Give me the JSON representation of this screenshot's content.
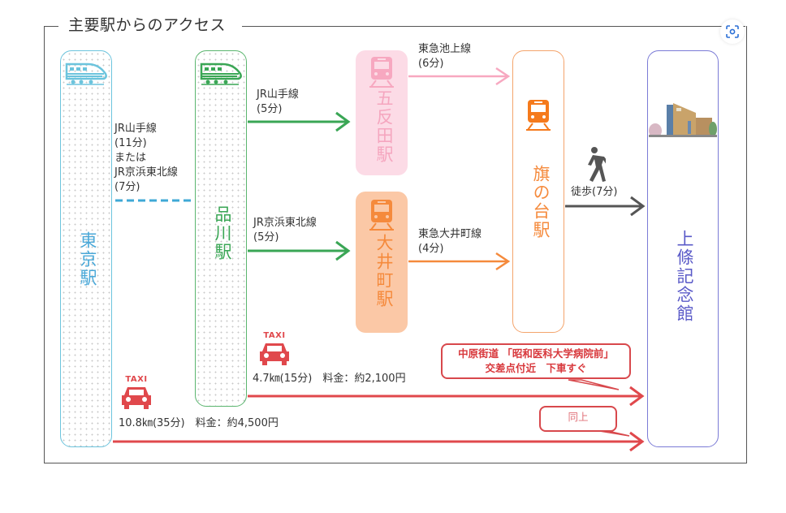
{
  "title": "主要駅からのアクセス",
  "colors": {
    "tokyo": "#6cc4dd",
    "shinagawa": "#3aa655",
    "gotanda": "#f7a8c0",
    "oimachi": "#f58a3c",
    "hatanodai": "#f58a3c",
    "jojo": "#5a5ac8",
    "walk": "#555555",
    "taxi": "#e0484c"
  },
  "stations": {
    "tokyo": "東京駅",
    "shinagawa": "品川駅",
    "gotanda": "五反田駅",
    "oimachi": "大井町駅",
    "hatanodai": "旗の台駅",
    "destination": "上條記念館"
  },
  "routes": {
    "tokyo_shinagawa": [
      "JR山手線",
      "(11分)",
      "または",
      "JR京浜東北線",
      "(7分)"
    ],
    "shinagawa_gotanda": [
      "JR山手線",
      "(5分)"
    ],
    "shinagawa_oimachi": [
      "JR京浜東北線",
      "(5分)"
    ],
    "gotanda_hatanodai": [
      "東急池上線",
      "(6分)"
    ],
    "oimachi_hatanodai": [
      "東急大井町線",
      "(4分)"
    ],
    "walk": "徒歩(7分)"
  },
  "taxi": {
    "icon_label": "TAXI",
    "from_shinagawa": "4.7㎞(15分)　料金：約2,100円",
    "from_tokyo": "10.8㎞(35分)　料金：約4,500円",
    "callout_main": [
      "中原街道 「昭和医科大学病院前」",
      "交差点付近　下車すぐ"
    ],
    "callout_same": "同上"
  },
  "icons": {
    "shinkansen": "shinkansen-icon",
    "train": "train-icon",
    "walk": "pedestrian-icon",
    "taxi": "taxi-icon",
    "building": "building-photo",
    "scan": "scan-icon"
  }
}
